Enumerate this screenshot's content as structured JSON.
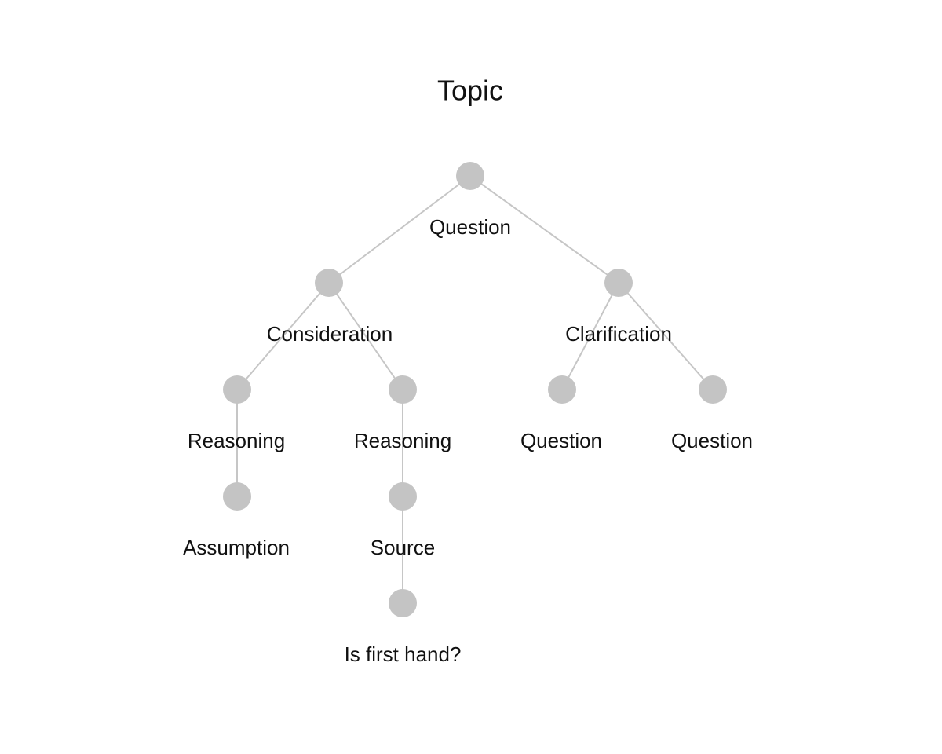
{
  "title": "Topic",
  "colors": {
    "node": "#c4c4c4",
    "edge": "#c6c6c6",
    "text": "#111111"
  },
  "tree": {
    "label": "Question",
    "children": [
      {
        "label": "Consideration",
        "children": [
          {
            "label": "Reasoning",
            "children": [
              {
                "label": "Assumption",
                "children": []
              }
            ]
          },
          {
            "label": "Reasoning",
            "children": [
              {
                "label": "Source",
                "children": [
                  {
                    "label": "Is first hand?",
                    "children": []
                  }
                ]
              }
            ]
          }
        ]
      },
      {
        "label": "Clarification",
        "children": [
          {
            "label": "Question",
            "children": []
          },
          {
            "label": "Question",
            "children": []
          }
        ]
      }
    ]
  }
}
